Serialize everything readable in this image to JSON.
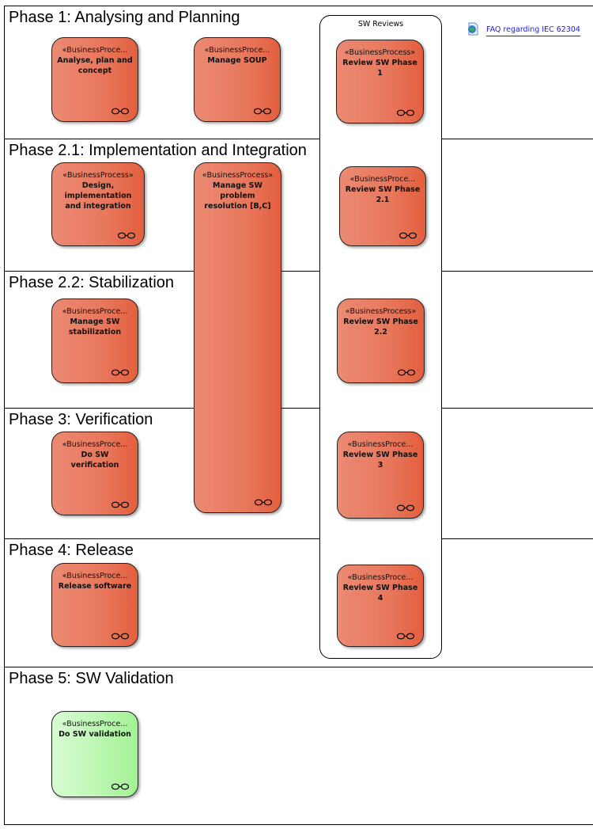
{
  "lanes": [
    {
      "title": "Phase 1: Analysing and Planning"
    },
    {
      "title": "Phase 2.1: Implementation and Integration"
    },
    {
      "title": "Phase 2.2: Stabilization"
    },
    {
      "title": "Phase 3: Verification"
    },
    {
      "title": "Phase 4: Release"
    },
    {
      "title": "Phase 5: SW Validation"
    }
  ],
  "container": {
    "title": "SW Reviews"
  },
  "link": {
    "label": "FAQ regarding IEC 62304",
    "icon": "globe-document-icon"
  },
  "processes": [
    {
      "stereotype": "«BusinessProce...",
      "name": "Analyse, plan and concept"
    },
    {
      "stereotype": "«BusinessProce...",
      "name": "Manage SOUP"
    },
    {
      "stereotype": "«BusinessProcess»",
      "name": "Review SW Phase 1"
    },
    {
      "stereotype": "«BusinessProcess»",
      "name": "Design, implementation and integration"
    },
    {
      "stereotype": "«BusinessProcess»",
      "name": "Manage SW problem resolution [B,C]"
    },
    {
      "stereotype": "«BusinessProce...",
      "name": "Review SW Phase 2.1"
    },
    {
      "stereotype": "«BusinessProce...",
      "name": "Manage SW stabilization"
    },
    {
      "stereotype": "«BusinessProcess»",
      "name": "Review SW Phase 2.2"
    },
    {
      "stereotype": "«BusinessProce...",
      "name": "Do SW verification"
    },
    {
      "stereotype": "«BusinessProce...",
      "name": "Review SW Phase 3"
    },
    {
      "stereotype": "«BusinessProce...",
      "name": "Release software"
    },
    {
      "stereotype": "«BusinessProce...",
      "name": "Review SW Phase 4"
    },
    {
      "stereotype": "«BusinessProce...",
      "name": "Do SW validation"
    }
  ],
  "colors": {
    "process": "#e8775c",
    "validation": "#bff8b5",
    "link": "#1a1aff"
  }
}
